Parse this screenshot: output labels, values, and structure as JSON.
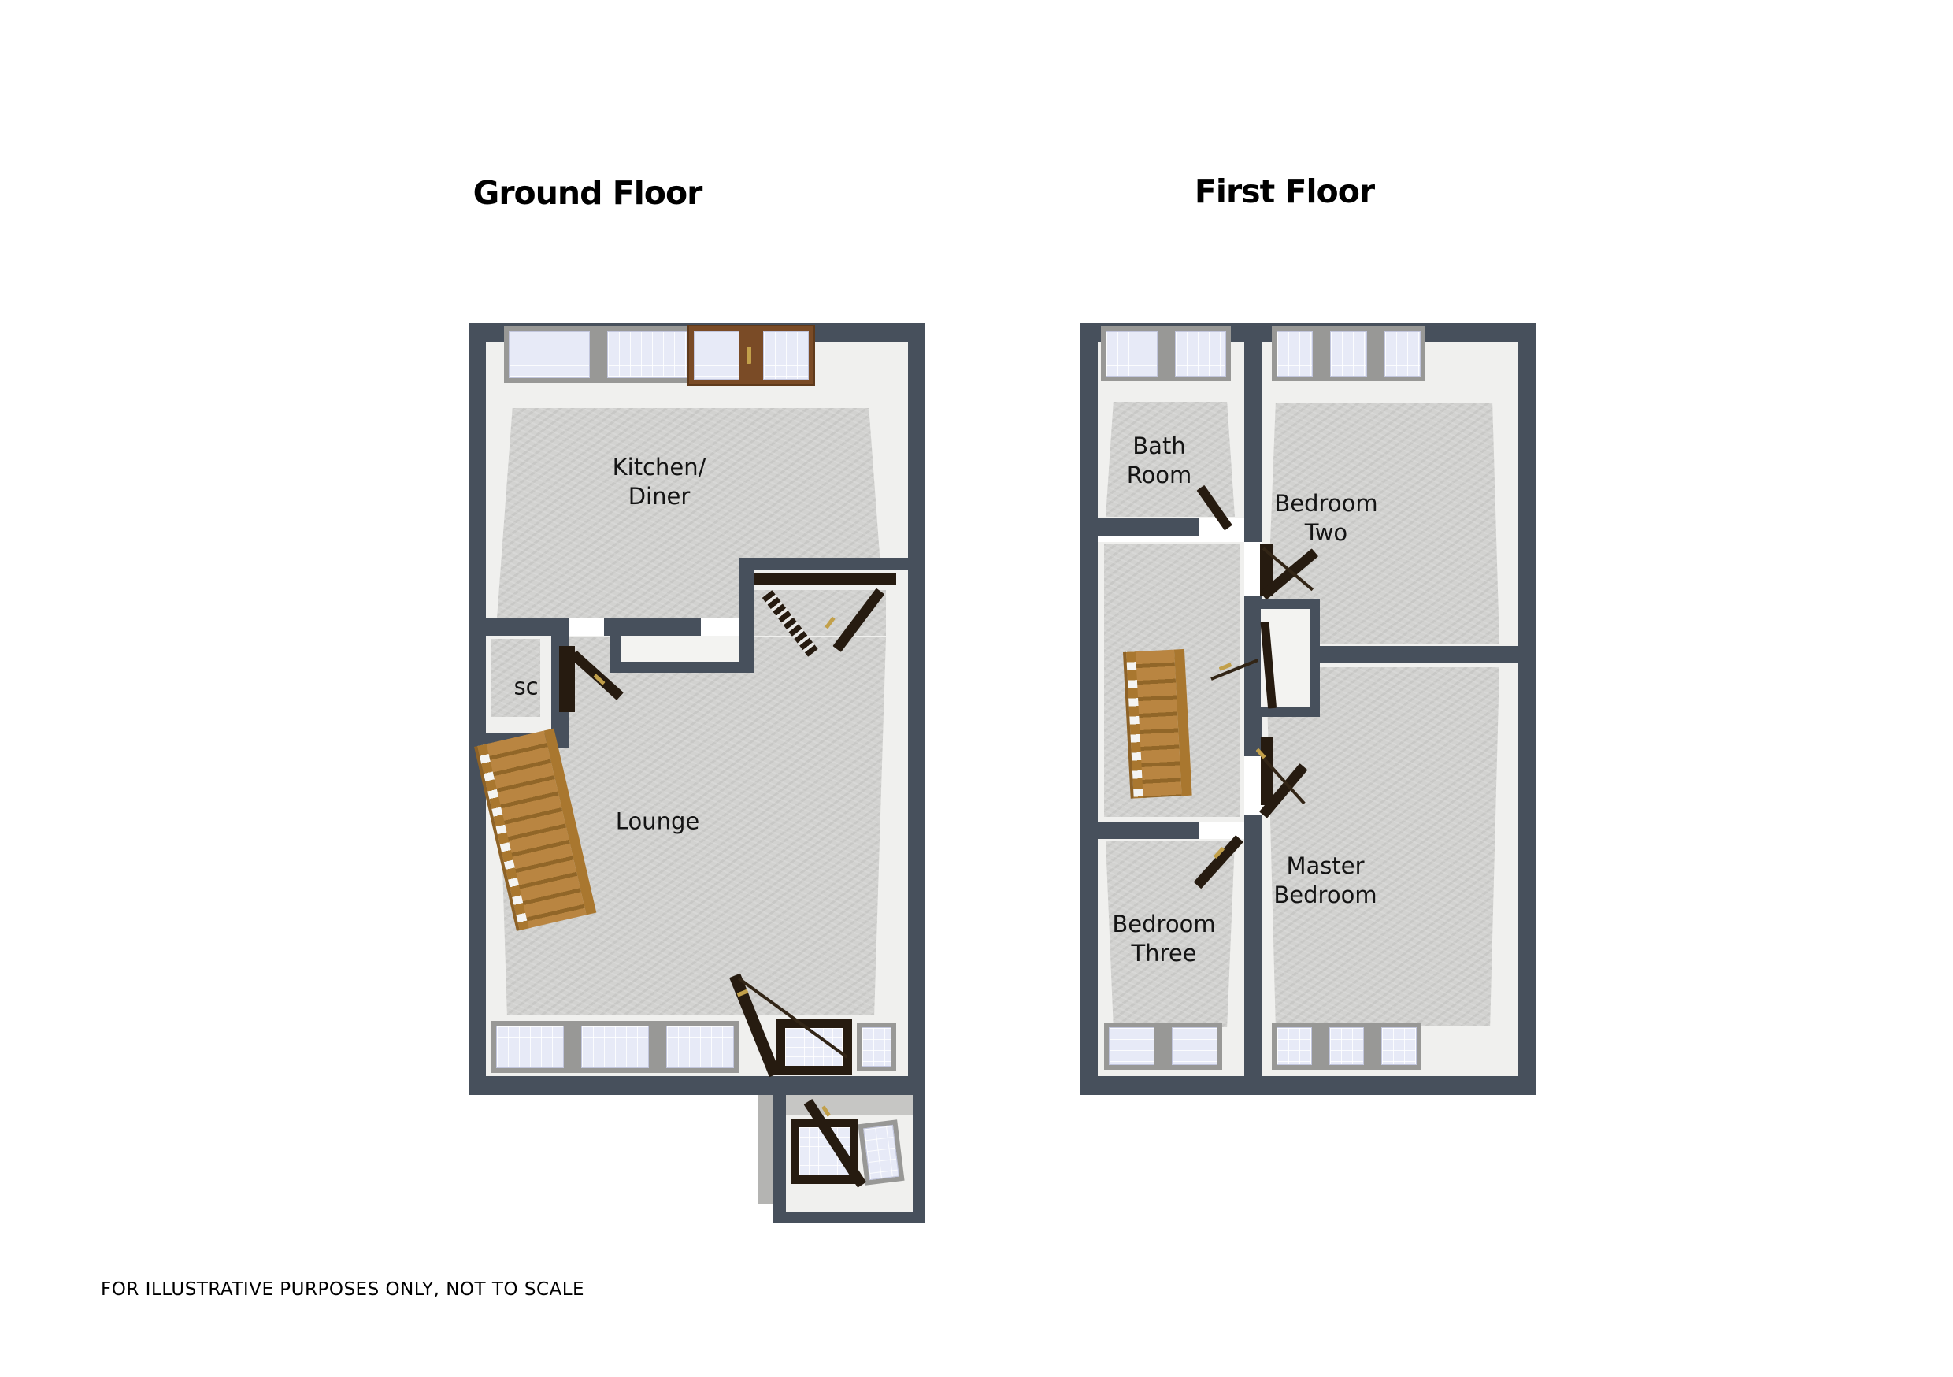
{
  "page": {
    "background": "#ffffff",
    "disclaimer": "FOR ILLUSTRATIVE PURPOSES ONLY, NOT TO SCALE"
  },
  "palette": {
    "wall": "#47505c",
    "wall_face": "#f0f0ee",
    "floor": "#d2d2d0",
    "window_glass": "#e7eaf7",
    "window_frame": "#989896",
    "french_door_wood": "#7a4b26",
    "door_dark": "#261b10",
    "door_handle_gold": "#c2a04a",
    "stairs_wood": "#b98541",
    "text": "#141414"
  },
  "floors": [
    {
      "title": "Ground Floor",
      "rooms": [
        {
          "id": "kitchen-diner",
          "label_lines": [
            "Kitchen/",
            "Diner"
          ]
        },
        {
          "id": "storage-cupboard",
          "label_lines": [
            "sc"
          ]
        },
        {
          "id": "lounge",
          "label_lines": [
            "Lounge"
          ]
        }
      ],
      "features": [
        "double-window",
        "french-doors",
        "kitchen-double-doors",
        "hall-door",
        "staircase",
        "triple-window",
        "front-door",
        "porch",
        "porch-door",
        "porch-window"
      ]
    },
    {
      "title": "First Floor",
      "rooms": [
        {
          "id": "bathroom",
          "label_lines": [
            "Bath",
            "Room"
          ]
        },
        {
          "id": "bedroom-two",
          "label_lines": [
            "Bedroom",
            "Two"
          ]
        },
        {
          "id": "bedroom-three",
          "label_lines": [
            "Bedroom",
            "Three"
          ]
        },
        {
          "id": "master-bedroom",
          "label_lines": [
            "Master",
            "Bedroom"
          ]
        }
      ],
      "features": [
        "double-window",
        "triple-window",
        "staircase",
        "overstairs-cupboard",
        "bathroom-door",
        "bedroom-two-door",
        "master-bedroom-door",
        "bedroom-three-door"
      ]
    }
  ]
}
